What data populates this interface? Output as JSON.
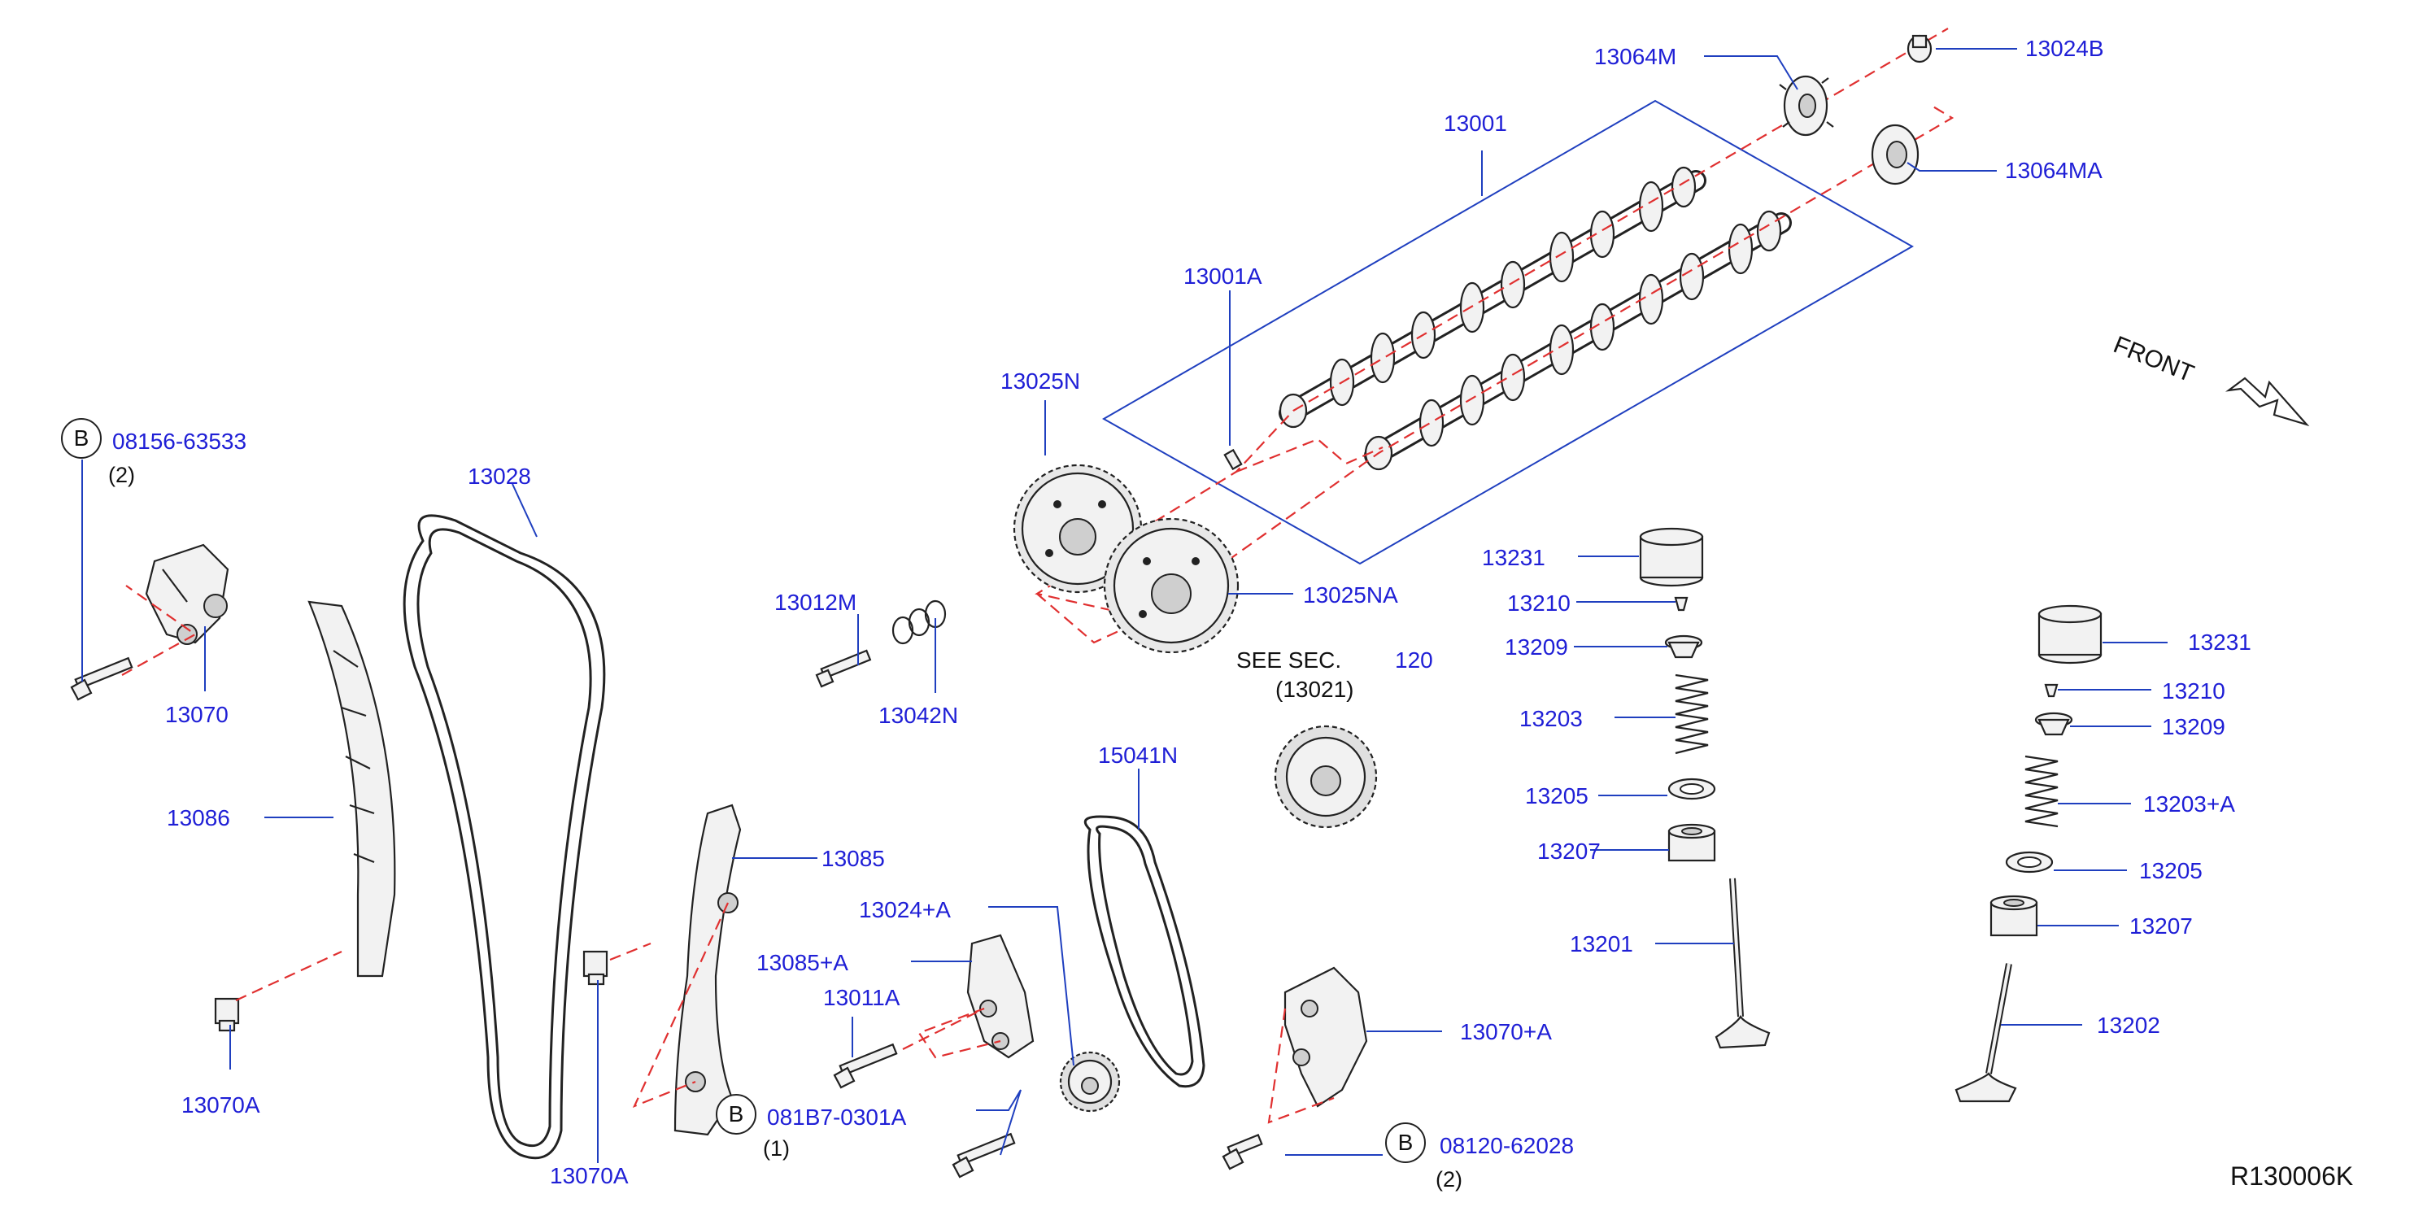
{
  "diagram_id": "R130006K",
  "front_label": "FRONT",
  "see_sec": {
    "text": "SEE   SEC.",
    "number": "120",
    "part": "(13021)"
  },
  "part_labels": {
    "p13001": "13001",
    "p13001A": "13001A",
    "p13064M": "13064M",
    "p13024B": "13024B",
    "p13064MA": "13064MA",
    "p13025N": "13025N",
    "p13025NA": "13025NA",
    "p13012M": "13012M",
    "p13042N": "13042N",
    "p13028": "13028",
    "p13070": "13070",
    "p13086": "13086",
    "p13070A_left": "13070A",
    "p13070A_mid": "13070A",
    "p13085": "13085",
    "p13024A": "13024+A",
    "p13085A": "13085+A",
    "p13011A": "13011A",
    "p15041N": "15041N",
    "p13070PA": "13070+A",
    "p13231_l": "13231",
    "p13210_l": "13210",
    "p13209_l": "13209",
    "p13203_l": "13203",
    "p13205_l": "13205",
    "p13207_l": "13207",
    "p13201": "13201",
    "p13231_r": "13231",
    "p13210_r": "13210",
    "p13209_r": "13209",
    "p13203A": "13203+A",
    "p13205_r": "13205",
    "p13207_r": "13207",
    "p13202": "13202"
  },
  "bolt_refs": [
    {
      "circle": "B",
      "part": "08156-63533",
      "qty": "(2)"
    },
    {
      "circle": "B",
      "part": "081B7-0301A",
      "qty": "(1)"
    },
    {
      "circle": "B",
      "part": "08120-62028",
      "qty": "(2)"
    }
  ],
  "colors": {
    "label": "#1f1fd6",
    "leader": "#1f3fbf",
    "dashed": "#e03030",
    "line": "#222222"
  }
}
